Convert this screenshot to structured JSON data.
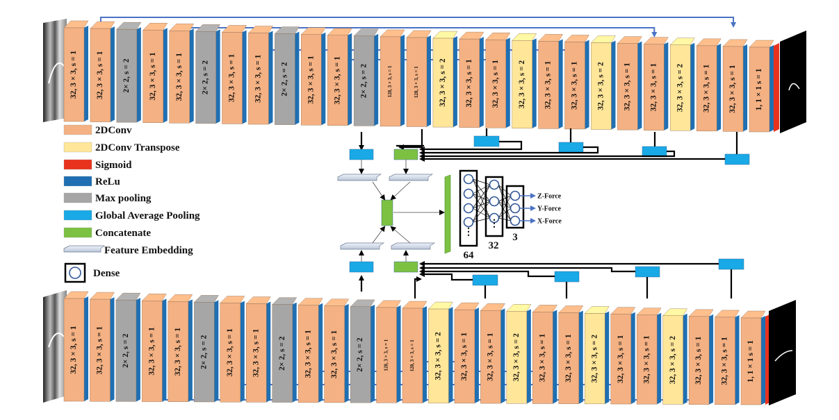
{
  "colors": {
    "conv": "#f4b183",
    "transpose": "#ffe699",
    "sigmoid": "#e8321e",
    "relu": "#1f6fb2",
    "maxpool": "#a6a6a6",
    "gap": "#18a9e6",
    "concat": "#7cc142",
    "skip": "#4a72c4"
  },
  "legend": [
    {
      "key": "conv",
      "label": "2DConv"
    },
    {
      "key": "transpose",
      "label": "2DConv Transpose"
    },
    {
      "key": "sigmoid",
      "label": "Sigmoid"
    },
    {
      "key": "relu",
      "label": "ReLu"
    },
    {
      "key": "maxpool",
      "label": "Max pooling"
    },
    {
      "key": "gap",
      "label": "Global Average Pooling"
    },
    {
      "key": "concat",
      "label": "Concatenate"
    },
    {
      "key": "embedding",
      "label": "Feature Embedding"
    },
    {
      "key": "dense",
      "label": "Dense"
    }
  ],
  "top_blocks": [
    {
      "t": "conv",
      "label": "32, 3 × 3, s = 1"
    },
    {
      "t": "conv",
      "label": "32, 3 × 3, s = 1"
    },
    {
      "t": "maxpool",
      "label": "2× 2, s = 2"
    },
    {
      "t": "conv",
      "label": "32, 3 × 3, s = 1"
    },
    {
      "t": "conv",
      "label": "32, 3 × 3, s = 1"
    },
    {
      "t": "maxpool",
      "label": "2× 2, s = 2"
    },
    {
      "t": "conv",
      "label": "32, 3 × 3, s = 1"
    },
    {
      "t": "conv",
      "label": "32, 3 × 3, s = 1"
    },
    {
      "t": "maxpool",
      "label": "2× 2, s = 2"
    },
    {
      "t": "conv",
      "label": "32, 3 × 3, s = 1"
    },
    {
      "t": "conv",
      "label": "32, 3 × 3, s = 1"
    },
    {
      "t": "maxpool",
      "label": "2× 2, s = 2"
    },
    {
      "t": "conv",
      "label": "128, 3 × 3, s = 1"
    },
    {
      "t": "conv",
      "label": "128, 3 × 3, s = 1"
    },
    {
      "t": "transpose",
      "label": "32, 3 × 3, s = 2"
    },
    {
      "t": "conv",
      "label": "32, 3 × 3, s = 1"
    },
    {
      "t": "conv",
      "label": "32, 3 × 3, s = 1"
    },
    {
      "t": "transpose",
      "label": "32, 3 × 3, s = 2"
    },
    {
      "t": "conv",
      "label": "32, 3 × 3, s = 1"
    },
    {
      "t": "conv",
      "label": "32, 3 × 3, s = 1"
    },
    {
      "t": "transpose",
      "label": "32, 3 × 3, s = 2"
    },
    {
      "t": "conv",
      "label": "32, 3 × 3, s = 1"
    },
    {
      "t": "conv",
      "label": "32, 3 × 3, s = 1"
    },
    {
      "t": "transpose",
      "label": "32, 3 × 3, s = 2"
    },
    {
      "t": "conv",
      "label": "32, 3 × 3, s = 1"
    },
    {
      "t": "conv",
      "label": "32, 3 × 3, s = 1"
    },
    {
      "t": "conv",
      "label": "1, 1 × 1 s = 1"
    }
  ],
  "bottom_blocks": [
    {
      "t": "conv",
      "label": "32, 3 × 3, s = 1"
    },
    {
      "t": "conv",
      "label": "32, 3 × 3, s = 1"
    },
    {
      "t": "maxpool",
      "label": "2× 2, s = 2"
    },
    {
      "t": "conv",
      "label": "32, 3 × 3, s = 1"
    },
    {
      "t": "conv",
      "label": "32, 3 × 3, s = 1"
    },
    {
      "t": "maxpool",
      "label": "2× 2, s = 2"
    },
    {
      "t": "conv",
      "label": "32, 3 × 3, s = 1"
    },
    {
      "t": "conv",
      "label": "32, 3 × 3, s = 1"
    },
    {
      "t": "maxpool",
      "label": "2× 2, s = 2"
    },
    {
      "t": "conv",
      "label": "32, 3 × 3, s = 1"
    },
    {
      "t": "conv",
      "label": "32, 3 × 3, s = 1"
    },
    {
      "t": "maxpool",
      "label": "2× 2, s = 2"
    },
    {
      "t": "conv",
      "label": "128, 3 × 3, s = 1"
    },
    {
      "t": "conv",
      "label": "128, 3 × 3, s = 1"
    },
    {
      "t": "transpose",
      "label": "32, 3 × 3, s = 2"
    },
    {
      "t": "conv",
      "label": "32, 3 × 3, s = 1"
    },
    {
      "t": "conv",
      "label": "32, 3 × 3, s = 1"
    },
    {
      "t": "transpose",
      "label": "32, 3 × 3, s = 2"
    },
    {
      "t": "conv",
      "label": "32, 3 × 3, s = 1"
    },
    {
      "t": "conv",
      "label": "32, 3 × 3, s = 1"
    },
    {
      "t": "transpose",
      "label": "32, 3 × 3, s = 2"
    },
    {
      "t": "conv",
      "label": "32, 3 × 3, s = 1"
    },
    {
      "t": "conv",
      "label": "32, 3 × 3, s = 1"
    },
    {
      "t": "transpose",
      "label": "32, 3 × 3, s = 2"
    },
    {
      "t": "conv",
      "label": "32, 3 × 3, s = 1"
    },
    {
      "t": "conv",
      "label": "32, 3 × 3, s = 1"
    },
    {
      "t": "conv",
      "label": "1, 1 × 1 s = 1"
    }
  ],
  "dense_sizes": [
    "64",
    "32",
    "3"
  ],
  "outputs": [
    "Z-Force",
    "Y-Force",
    "X-Force"
  ]
}
